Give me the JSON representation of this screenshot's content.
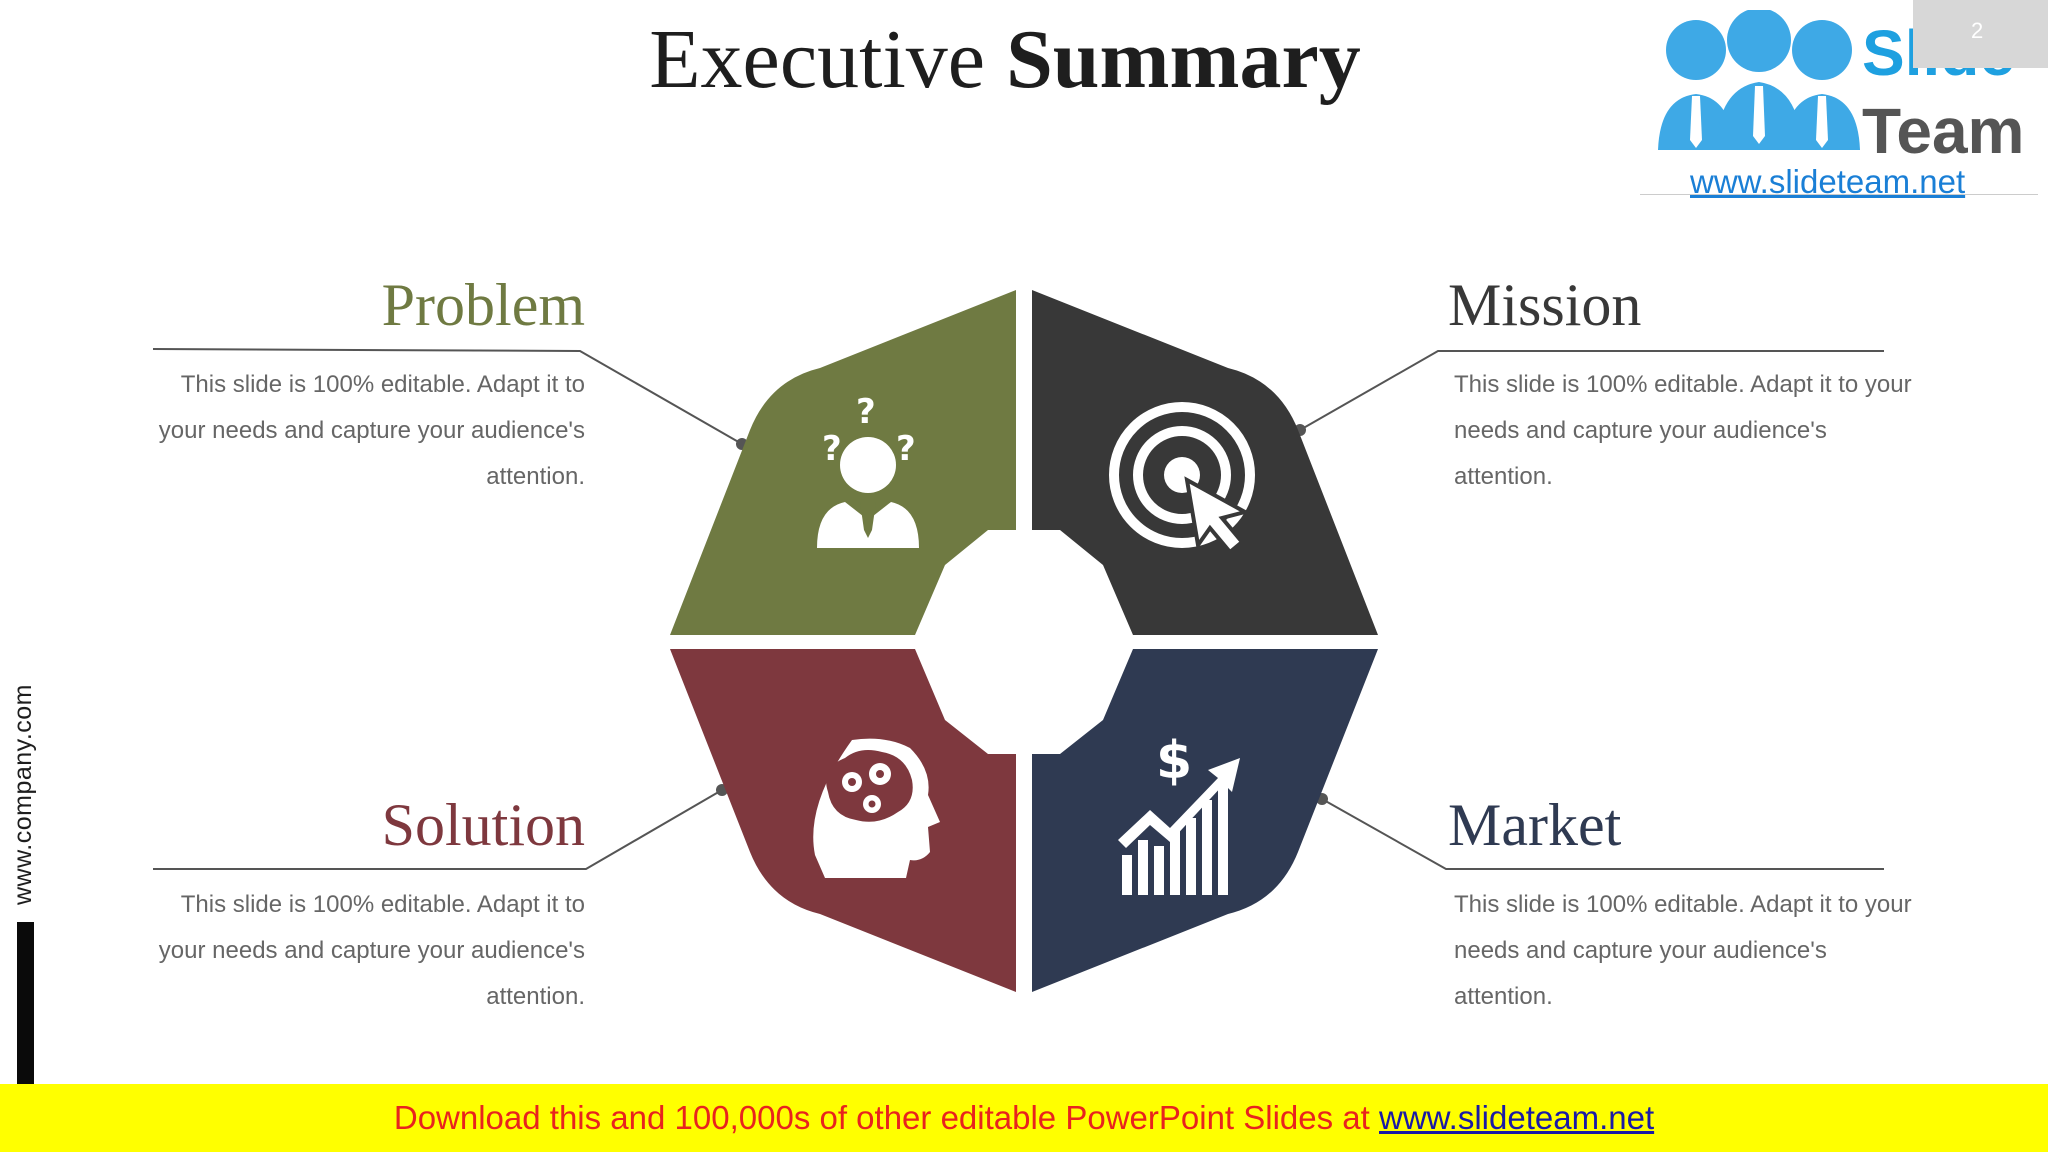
{
  "slide": {
    "title_light": "Executive",
    "title_bold": "Summary",
    "page_number": "2"
  },
  "quadrants": {
    "problem": {
      "heading": "Problem",
      "body": "This slide is 100% editable. Adapt it to your needs and capture your audience's attention.",
      "color": "#6f7a42",
      "icon": "worried-person-icon"
    },
    "mission": {
      "heading": "Mission",
      "body": "This slide is 100% editable. Adapt it to your needs and capture your audience's attention.",
      "color": "#383838",
      "icon": "target-cursor-icon"
    },
    "solution": {
      "heading": "Solution",
      "body": "This slide is 100% editable. Adapt it to your needs and capture your audience's attention.",
      "color": "#7e383e",
      "icon": "brain-gears-icon"
    },
    "market": {
      "heading": "Market",
      "body": "This slide is 100% editable. Adapt it to your needs and capture your audience's attention.",
      "color": "#2f3a52",
      "icon": "dollar-growth-chart-icon"
    }
  },
  "logo": {
    "word1": "Slide",
    "word2": "Team",
    "url": "www.slideteam.net"
  },
  "side_text": "www.company.com",
  "footer": {
    "text": "Download this and 100,000s of other editable PowerPoint Slides at ",
    "link": "www.slideteam.net"
  }
}
